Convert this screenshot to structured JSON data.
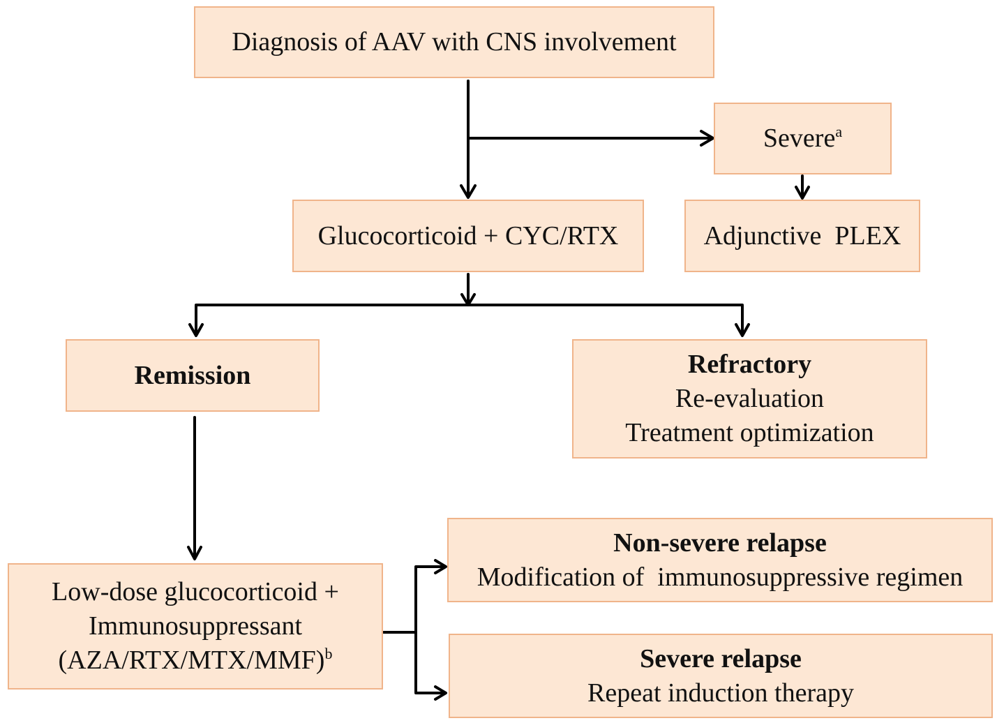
{
  "diagnosis": "Diagnosis of AAV with CNS involvement",
  "severe": {
    "text": "Severe",
    "sup": "a"
  },
  "induction": "Glucocorticoid + CYC/RTX",
  "plex": "Adjunctive  PLEX",
  "remission": "Remission",
  "refractory": {
    "title": "Refractory",
    "line1": "Re-evaluation",
    "line2": "Treatment optimization"
  },
  "maintenance": {
    "line1": "Low-dose glucocorticoid +",
    "line2": "Immunosuppressant",
    "line3": "(AZA/RTX/MTX/MMF)",
    "sup": "b"
  },
  "nonsevere_relapse": {
    "title": "Non-severe relapse",
    "body": "Modification of  immunosuppressive regimen"
  },
  "severe_relapse": {
    "title": "Severe relapse",
    "body": "Repeat induction therapy"
  },
  "colors": {
    "box_fill": "#fde7d4",
    "box_border": "#f0b48a",
    "arrow": "#000000"
  }
}
